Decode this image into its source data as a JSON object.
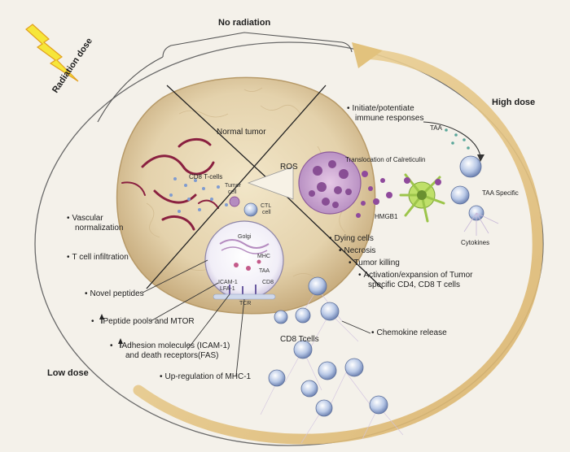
{
  "header": {
    "no_radiation": "No radiation",
    "radiation_dose": "Radiation dose",
    "high_dose": "High dose",
    "low_dose": "Low dose"
  },
  "tumor": {
    "normal_tumor": "Normal tumor",
    "ros": "ROS",
    "cd8_t_cells": "CD8 T-cells",
    "tumor_cell_line1": "Tumor",
    "tumor_cell_line2": "cell",
    "ctl_line1": "CTL",
    "ctl_line2": "cell",
    "golgi": "Golgi",
    "mhc": "MHC",
    "taa": "TAA",
    "icam": "ICAM-1",
    "lfa": "LFA-1",
    "cd8": "CD8",
    "tcr": "TCR"
  },
  "high_dose_items": {
    "initiate_line1": "Initiate/potentiate",
    "initiate_line2": "immune responses",
    "taa_arrow": "TAA",
    "calreticulin": "Translocation of Calreticulin",
    "taa_specific": "TAA Specific",
    "hmgb1": "HMGB1",
    "cytokines": "Cytokines",
    "dying_cells": "Dying cells",
    "necrosis": "Necrosis",
    "tumor_killing": "Tumor killing",
    "activation_line1": "Activation/expansion of Tumor",
    "activation_line2": "specific CD4, CD8 T cells",
    "chemokine": "Chemokine release",
    "cd8_tcells": "CD8 Tcells"
  },
  "low_dose_items": {
    "vascular_line1": "Vascular",
    "vascular_line2": "normalization",
    "t_cell_infiltration": "T cell infiltration",
    "novel_peptides": "Novel peptides",
    "peptide_pools": "Peptide pools and MTOR",
    "adhesion_line1": "Adhesion molecules (ICAM-1)",
    "adhesion_line2": "and death receptors(FAS)",
    "mhc_up": "Up-regulation of MHC-1"
  },
  "colors": {
    "background": "#f4f1ea",
    "arrow_gold": "#e8c98a",
    "tumor_fill": "#e8d8b6",
    "vessel": "#8a2040",
    "dying_cell": "#9a4c9a",
    "tcell": "#a8b8d8",
    "lightning": "#f2e030"
  },
  "icons": {
    "lightning": "lightning-bolt-icon",
    "up_arrow": "up-arrow-icon"
  }
}
